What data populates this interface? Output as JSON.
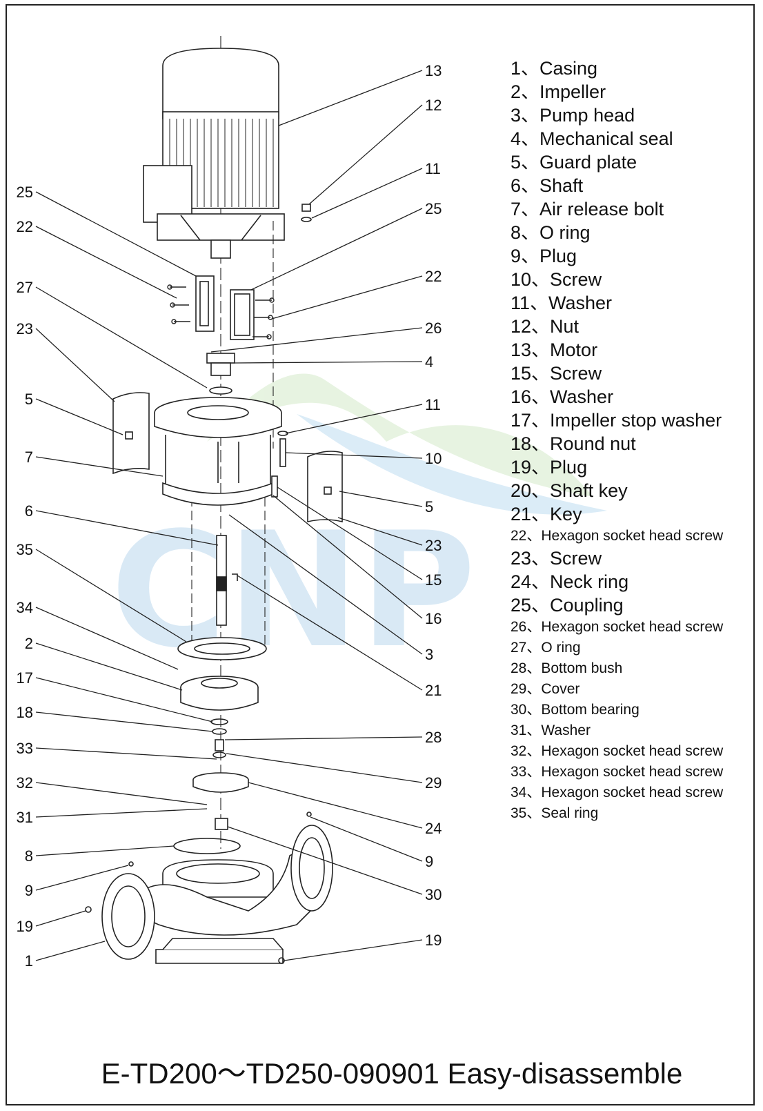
{
  "title": "E-TD200～TD250-090901 Easy-disassemble",
  "legend": [
    {
      "num": "1、",
      "label": "Casing",
      "size": "large"
    },
    {
      "num": "2、",
      "label": "Impeller",
      "size": "large"
    },
    {
      "num": "3、",
      "label": "Pump head",
      "size": "large"
    },
    {
      "num": "4、",
      "label": "Mechanical seal",
      "size": "large"
    },
    {
      "num": "5、",
      "label": "Guard plate",
      "size": "large"
    },
    {
      "num": "6、",
      "label": "Shaft",
      "size": "large"
    },
    {
      "num": "7、",
      "label": "Air release bolt",
      "size": "large"
    },
    {
      "num": "8、",
      "label": "O ring",
      "size": "large"
    },
    {
      "num": "9、",
      "label": "Plug",
      "size": "large"
    },
    {
      "num": "10、",
      "label": "Screw",
      "size": "large"
    },
    {
      "num": "11、",
      "label": "Washer",
      "size": "large"
    },
    {
      "num": "12、",
      "label": "Nut",
      "size": "large"
    },
    {
      "num": "13、",
      "label": "Motor",
      "size": "large"
    },
    {
      "num": "15、",
      "label": "Screw",
      "size": "large"
    },
    {
      "num": "16、",
      "label": "Washer",
      "size": "large"
    },
    {
      "num": "17、",
      "label": "Impeller stop washer",
      "size": "large"
    },
    {
      "num": "18、",
      "label": "Round nut",
      "size": "large"
    },
    {
      "num": "19、",
      "label": "Plug",
      "size": "large"
    },
    {
      "num": "20、",
      "label": "Shaft key",
      "size": "large"
    },
    {
      "num": "21、",
      "label": "Key",
      "size": "large"
    },
    {
      "num": "22、",
      "label": "Hexagon socket head screw",
      "size": "small"
    },
    {
      "num": "23、",
      "label": "Screw",
      "size": "large"
    },
    {
      "num": "24、",
      "label": "Neck ring",
      "size": "large"
    },
    {
      "num": "25、",
      "label": "Coupling",
      "size": "large"
    },
    {
      "num": "26、",
      "label": "Hexagon socket head screw",
      "size": "small"
    },
    {
      "num": "27、",
      "label": "O ring",
      "size": "small"
    },
    {
      "num": "28、",
      "label": "Bottom bush",
      "size": "small"
    },
    {
      "num": "29、",
      "label": "Cover",
      "size": "small"
    },
    {
      "num": "30、",
      "label": "Bottom bearing",
      "size": "small"
    },
    {
      "num": "31、",
      "label": "Washer",
      "size": "small"
    },
    {
      "num": "32、",
      "label": "Hexagon socket head screw",
      "size": "small"
    },
    {
      "num": "33、",
      "label": "Hexagon socket head screw",
      "size": "small"
    },
    {
      "num": "34、",
      "label": "Hexagon socket head screw",
      "size": "small"
    },
    {
      "num": "35、",
      "label": "Seal ring",
      "size": "small"
    }
  ],
  "callouts": {
    "right": [
      "13",
      "12",
      "11",
      "25",
      "22",
      "26",
      "4",
      "11",
      "10",
      "5",
      "23",
      "15",
      "16",
      "3",
      "21",
      "28",
      "29",
      "24",
      "9",
      "30",
      "19"
    ],
    "left": [
      "25",
      "22",
      "27",
      "23",
      "5",
      "7",
      "6",
      "35",
      "34",
      "2",
      "17",
      "18",
      "33",
      "32",
      "31",
      "8",
      "9",
      "19",
      "1"
    ]
  },
  "watermark": "CNP",
  "colors": {
    "line": "#222222",
    "watermark_blue": "#cfe4f3",
    "watermark_green": "#dff1d9"
  }
}
